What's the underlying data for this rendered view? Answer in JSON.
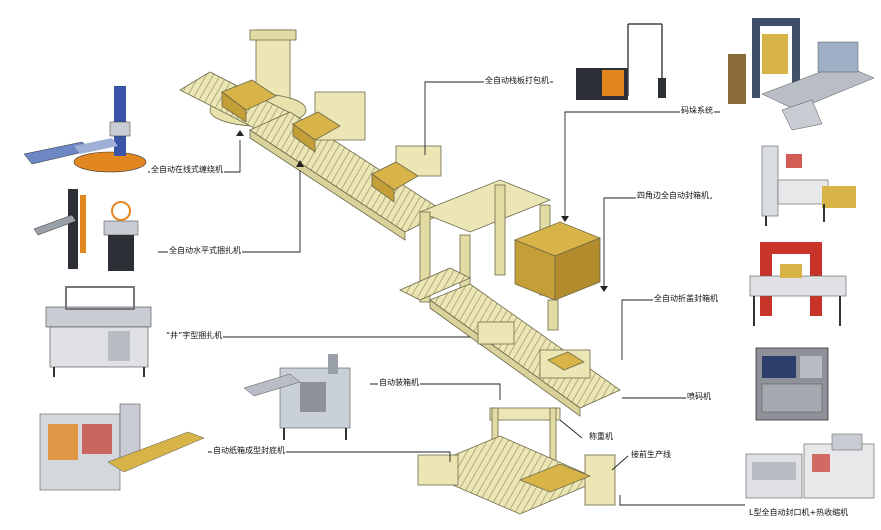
{
  "labels": {
    "stretch_wrapper": "全自动在线式缠绕机",
    "horizontal_strapper": "全自动水平式捆扎机",
    "cross_strapper": "“井”字型捆扎机",
    "carton_erector": "自动纸箱成型封底机",
    "pallet_strapper": "全自动栈板打包机",
    "palletizer": "码垛系统",
    "four_corner_sealer": "四角边全自动封箱机",
    "flap_sealer": "全自动折盖封箱机",
    "coder": "喷码机",
    "auto_packer": "自动装箱机",
    "check_weigher": "称重机",
    "upstream_line": "接前生产线",
    "l_sealer_shrink": "L型全自动封口机+热收缩机"
  },
  "colors": {
    "line_fill": "#ece6b4",
    "line_stroke": "#6d6a4a",
    "goods": "#d8b448",
    "machine_steel": "#c9ccd2",
    "machine_blue": "#3a55a8",
    "machine_dark": "#2c2f36",
    "accent_orange": "#e2871f",
    "accent_red": "#c8342a",
    "leader": "#222222"
  }
}
